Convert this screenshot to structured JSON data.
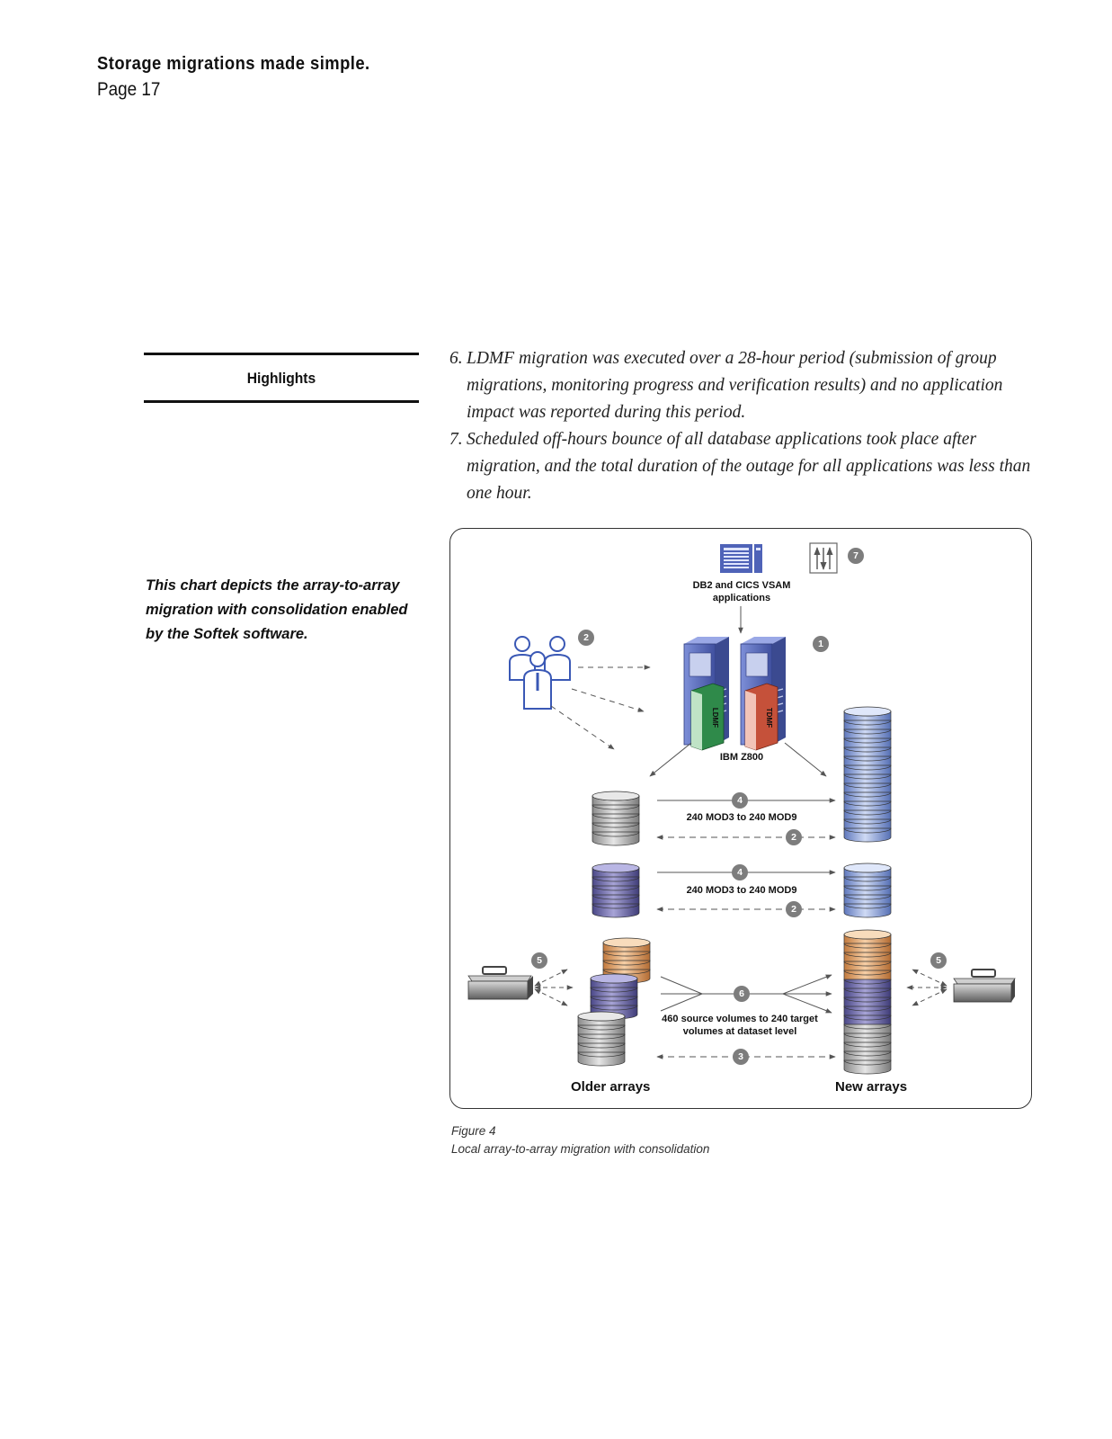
{
  "header": {
    "title": "Storage migrations made simple.",
    "page": "Page 17"
  },
  "sidebar": {
    "highlights_label": "Highlights",
    "note": "This chart depicts the array-to-array migration with consolidation enabled by the Softek software."
  },
  "body": {
    "items": [
      {
        "num": "6.",
        "text": "LDMF migration was executed over a 28-hour period (submission of group migrations, monitoring progress and verification results) and no application impact was reported during this period."
      },
      {
        "num": "7.",
        "text": "Scheduled off-hours bounce of all database applications took place after migration, and the total duration of the outage for all applications was less than one hour."
      }
    ]
  },
  "diagram": {
    "apps_label": "DB2 and CICS VSAM applications",
    "server_label": "IBM Z800",
    "ldmf_label": "LDMF",
    "tdmf_label": "TDMF",
    "row1_label": "240 MOD3 to 240 MOD9",
    "row2_label": "240 MOD3 to 240 MOD9",
    "row3_label": "460 source volumes to 240 target volumes at dataset level",
    "older_label": "Older arrays",
    "new_label": "New arrays",
    "badges": [
      "7",
      "2",
      "1",
      "4",
      "2",
      "4",
      "2",
      "5",
      "6",
      "3",
      "5"
    ],
    "icons": [
      "apps-monitor-icon",
      "transfer-icon",
      "users-icon",
      "server-icon",
      "disk-stack-icon",
      "toolbox-icon"
    ],
    "colors": {
      "gray": "#b9b9b9",
      "purple": "#6d6aa8",
      "orange": "#e4a366",
      "blue": "#8fa6dd",
      "ldmf": "#2f8a4a",
      "tdmf": "#c5513a",
      "server": "#5d6fc0"
    }
  },
  "figure": {
    "number": "Figure 4",
    "caption": "Local array-to-array migration with consolidation"
  }
}
